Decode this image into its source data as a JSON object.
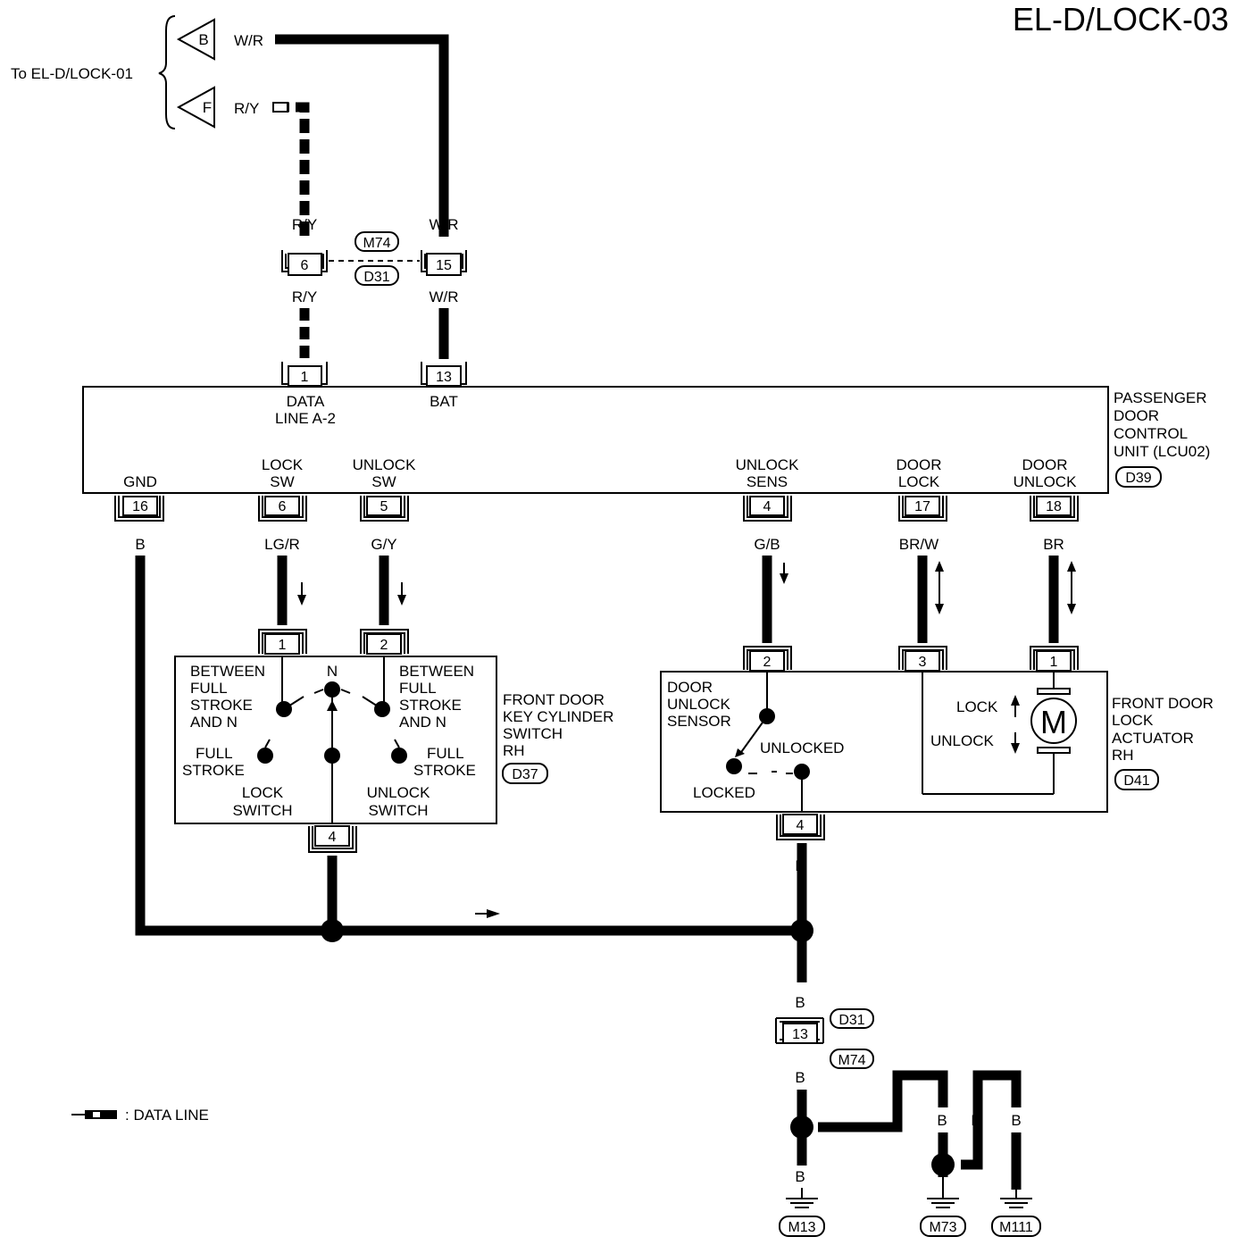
{
  "title": "EL-D/LOCK-03",
  "to_ref": "To EL-D/LOCK-01",
  "connectors_in": [
    {
      "letter": "B",
      "wire": "W/R"
    },
    {
      "letter": "F",
      "wire": "R/Y"
    }
  ],
  "joint": {
    "top_left_wire": "R/Y",
    "top_right_wire": "W/R",
    "left_pin": "6",
    "right_pin": "15",
    "id_top": "M74",
    "id_bottom": "D31",
    "bottom_left_wire": "R/Y",
    "bottom_right_wire": "W/R"
  },
  "control_unit": {
    "name_lines": [
      "PASSENGER",
      "DOOR",
      "CONTROL",
      "UNIT (LCU02)"
    ],
    "id": "D39",
    "top_pins": [
      {
        "pin": "1",
        "label1": "DATA",
        "label2": "LINE A-2"
      },
      {
        "pin": "13",
        "label1": "BAT",
        "label2": ""
      }
    ],
    "bottom_pins": [
      {
        "pin": "16",
        "label1": "",
        "label2": "GND",
        "wire": "B"
      },
      {
        "pin": "6",
        "label1": "LOCK",
        "label2": "SW",
        "wire": "LG/R"
      },
      {
        "pin": "5",
        "label1": "UNLOCK",
        "label2": "SW",
        "wire": "G/Y"
      },
      {
        "pin": "4",
        "label1": "UNLOCK",
        "label2": "SENS",
        "wire": "G/B"
      },
      {
        "pin": "17",
        "label1": "DOOR",
        "label2": "LOCK",
        "wire": "BR/W"
      },
      {
        "pin": "18",
        "label1": "DOOR",
        "label2": "UNLOCK",
        "wire": "BR"
      }
    ]
  },
  "key_switch": {
    "name_lines": [
      "FRONT DOOR",
      "KEY CYLINDER",
      "SWITCH",
      "RH"
    ],
    "id": "D37",
    "pins": [
      "1",
      "2",
      "4"
    ],
    "left_between": [
      "BETWEEN",
      "FULL",
      "STROKE",
      "AND N"
    ],
    "right_between": [
      "BETWEEN",
      "FULL",
      "STROKE",
      "AND N"
    ],
    "n_label": "N",
    "left_full": [
      "FULL",
      "STROKE"
    ],
    "right_full": [
      "FULL",
      "STROKE"
    ],
    "lock_switch": [
      "LOCK",
      "SWITCH"
    ],
    "unlock_switch": [
      "UNLOCK",
      "SWITCH"
    ],
    "ground_wire": "B"
  },
  "actuator": {
    "name_lines": [
      "FRONT DOOR",
      "LOCK",
      "ACTUATOR",
      "RH"
    ],
    "id": "D41",
    "pins": [
      "2",
      "3",
      "1",
      "4"
    ],
    "sensor_lines": [
      "DOOR",
      "UNLOCK",
      "SENSOR"
    ],
    "unlocked": "UNLOCKED",
    "locked": "LOCKED",
    "lock": "LOCK",
    "unlock": "UNLOCK",
    "motor": "M",
    "ground_wire": "B"
  },
  "ground": {
    "wire_above_joint": "B",
    "joint_pin": "13",
    "joint_id_top": "D31",
    "joint_id_bottom": "M74",
    "wire_below_joint": "B",
    "wire_bottom": "B",
    "wire_m73a": "B",
    "wire_m73b": "B",
    "wire_m111": "B",
    "grounds": [
      "M13",
      "M73",
      "M111"
    ]
  },
  "legend": ": DATA LINE"
}
